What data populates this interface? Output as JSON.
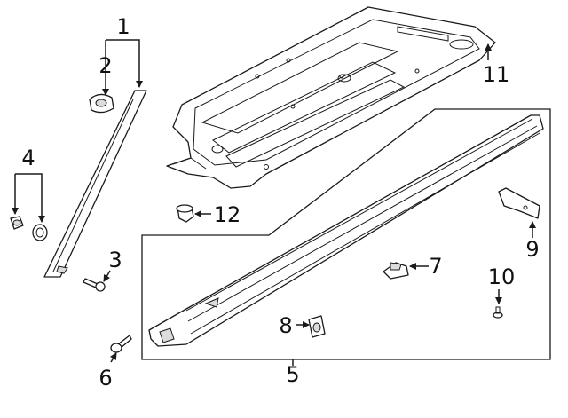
{
  "callouts": {
    "c1": "1",
    "c2": "2",
    "c3": "3",
    "c4": "4",
    "c5": "5",
    "c6": "6",
    "c7": "7",
    "c8": "8",
    "c9": "9",
    "c10": "10",
    "c11": "11",
    "c12": "12"
  },
  "icons": {
    "arrowhead": "filled-triangle-arrow"
  }
}
